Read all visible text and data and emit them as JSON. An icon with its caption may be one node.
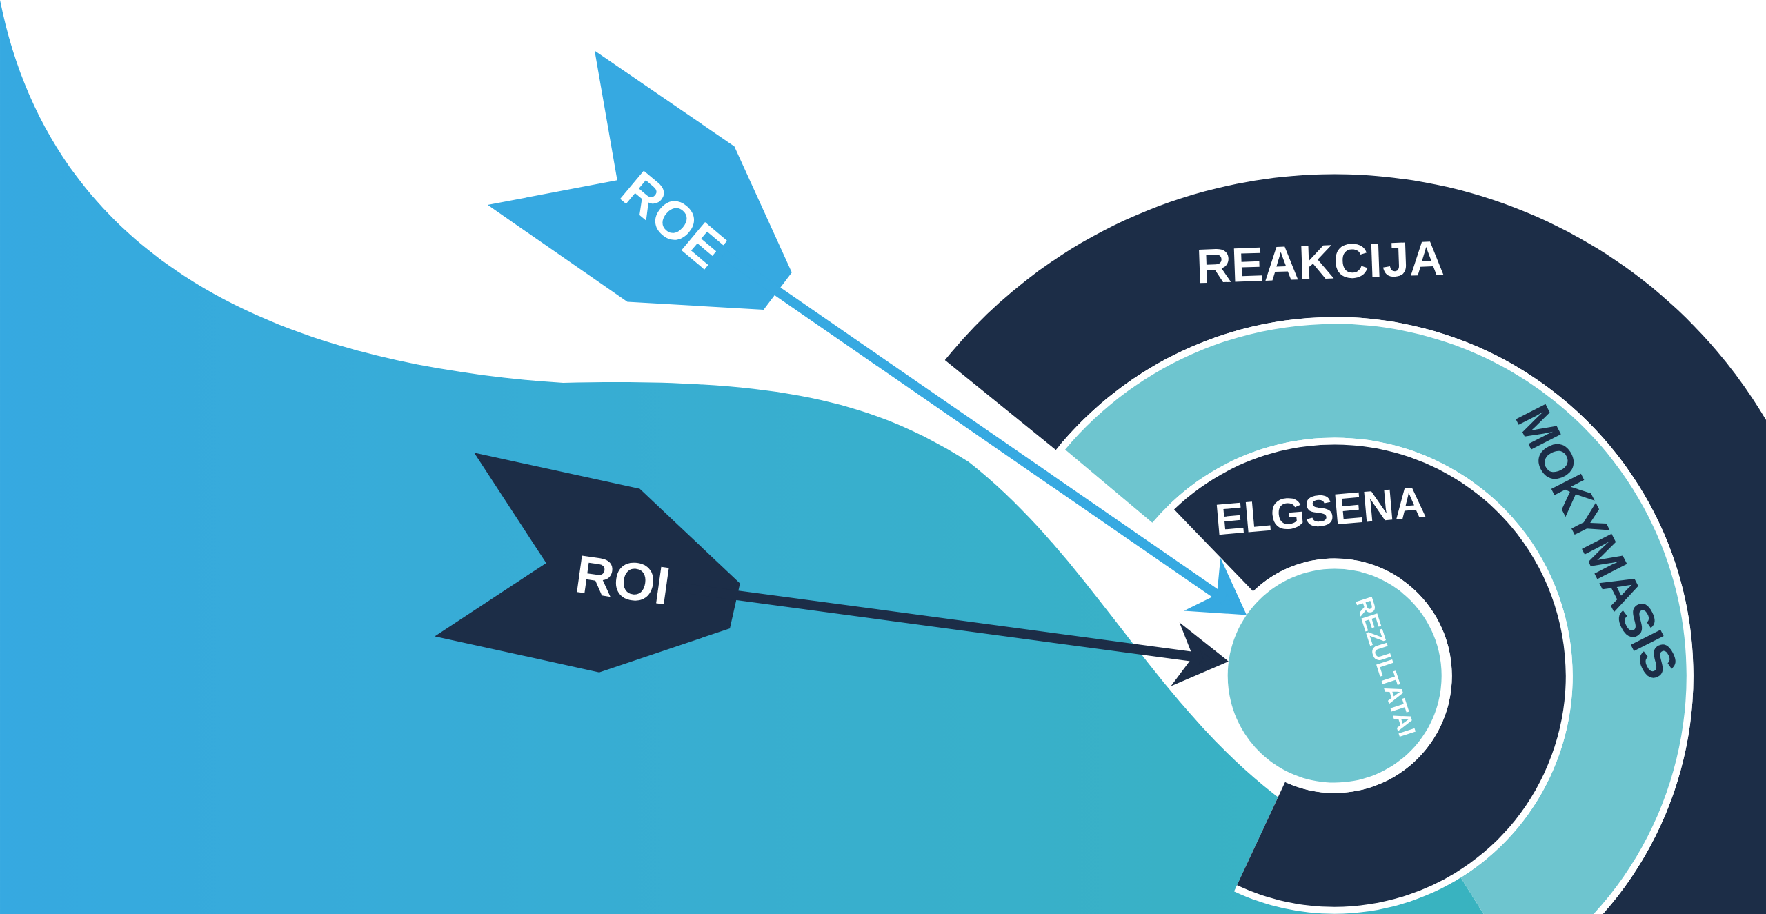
{
  "diagram": {
    "nodes": [
      {
        "text": [
          "REAKCIJA"
        ]
      },
      {
        "text": [
          "MOKYMASIS"
        ]
      },
      {
        "text": [
          "ELGSENA"
        ]
      },
      {
        "text": [
          "REZULTATAI"
        ]
      },
      {
        "text": [
          "ROE"
        ]
      },
      {
        "text": [
          "ROI"
        ]
      }
    ],
    "edges": [
      {
        "from": 4,
        "to": 3,
        "arrow": "to",
        "color": "#36a9e1"
      },
      {
        "from": 5,
        "to": 3,
        "arrow": "to",
        "color": "#1c2d47"
      }
    ]
  }
}
